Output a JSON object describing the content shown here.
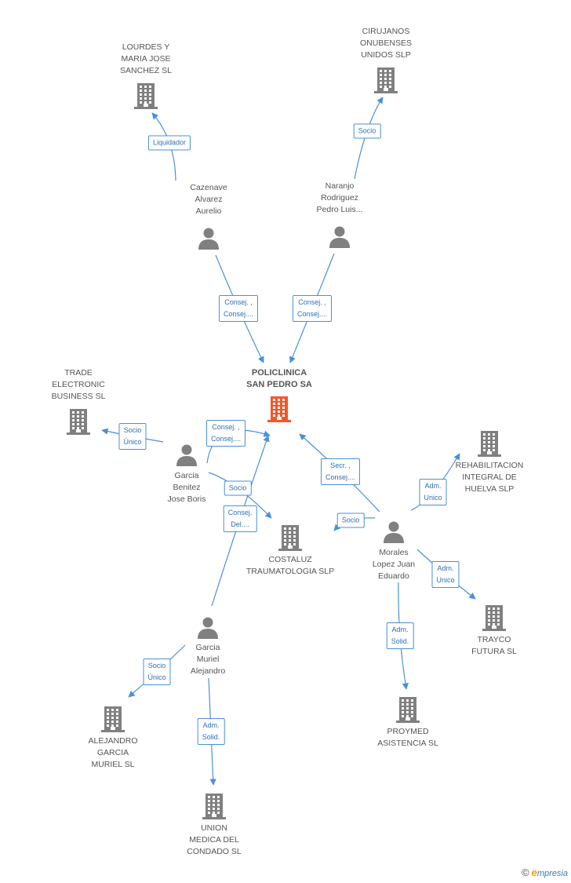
{
  "colors": {
    "edge": "#4a90d9",
    "node_gray": "#808080",
    "node_main": "#f0582b"
  },
  "nodes": [
    {
      "id": "policlinica",
      "kind": "company",
      "main": true,
      "lines": [
        "POLICLINICA",
        "SAN PEDRO SA"
      ]
    },
    {
      "id": "lourdes",
      "kind": "company",
      "lines": [
        "LOURDES Y",
        "MARIA JOSE",
        "SANCHEZ SL"
      ]
    },
    {
      "id": "cirujanos",
      "kind": "company",
      "lines": [
        "CIRUJANOS",
        "ONUBENSES",
        "UNIDOS SLP"
      ]
    },
    {
      "id": "cazenave",
      "kind": "person",
      "lines": [
        "Cazenave",
        "Alvarez",
        "Aurelio"
      ]
    },
    {
      "id": "naranjo",
      "kind": "person",
      "lines": [
        "Naranjo",
        "Rodriguez",
        "Pedro Luis..."
      ]
    },
    {
      "id": "trade",
      "kind": "company",
      "lines": [
        "TRADE",
        "ELECTRONIC",
        "BUSINESS SL"
      ]
    },
    {
      "id": "benitez",
      "kind": "person",
      "lines": [
        "Garcia",
        "Benitez",
        "Jose Boris"
      ]
    },
    {
      "id": "costaluz",
      "kind": "company",
      "lines": [
        "COSTALUZ",
        "TRAUMATOLOGIA SLP"
      ]
    },
    {
      "id": "rehab",
      "kind": "company",
      "lines": [
        "REHABILITACION",
        "INTEGRAL DE",
        "HUELVA SLP"
      ]
    },
    {
      "id": "morales",
      "kind": "person",
      "lines": [
        "Morales",
        "Lopez Juan",
        "Eduardo"
      ]
    },
    {
      "id": "trayco",
      "kind": "company",
      "lines": [
        "TRAYCO",
        "FUTURA SL"
      ]
    },
    {
      "id": "muriel",
      "kind": "person",
      "lines": [
        "Garcia",
        "Muriel",
        "Alejandro"
      ]
    },
    {
      "id": "alejandro",
      "kind": "company",
      "lines": [
        "ALEJANDRO",
        "GARCIA",
        "MURIEL SL"
      ]
    },
    {
      "id": "proymed",
      "kind": "company",
      "lines": [
        "PROYMED",
        "ASISTENCIA SL"
      ]
    },
    {
      "id": "union",
      "kind": "company",
      "lines": [
        "UNION",
        "MEDICA DEL",
        "CONDADO SL"
      ]
    }
  ],
  "edges": [
    {
      "from": "cazenave",
      "to": "lourdes",
      "label": [
        "Liquidador"
      ]
    },
    {
      "from": "naranjo",
      "to": "cirujanos",
      "label": [
        "Socio"
      ]
    },
    {
      "from": "cazenave",
      "to": "policlinica",
      "label": [
        "Consej. ,",
        "Consej...."
      ]
    },
    {
      "from": "naranjo",
      "to": "policlinica",
      "label": [
        "Consej. ,",
        "Consej...."
      ]
    },
    {
      "from": "benitez",
      "to": "trade",
      "label": [
        "Socio",
        "Único"
      ]
    },
    {
      "from": "benitez",
      "to": "policlinica",
      "label": [
        "Consej. ,",
        "Consej...."
      ]
    },
    {
      "from": "benitez",
      "to": "costaluz",
      "label": [
        "Socio"
      ]
    },
    {
      "from": "muriel",
      "to": "costaluz",
      "label": [
        "Consej.",
        "Del...."
      ]
    },
    {
      "from": "morales",
      "to": "policlinica",
      "label": [
        "Secr. ,",
        "Consej...."
      ]
    },
    {
      "from": "morales",
      "to": "rehab",
      "label": [
        "Adm.",
        "Unico"
      ]
    },
    {
      "from": "morales",
      "to": "costaluz",
      "label": [
        "Socio"
      ]
    },
    {
      "from": "morales",
      "to": "trayco",
      "label": [
        "Adm.",
        "Unico"
      ]
    },
    {
      "from": "morales",
      "to": "proymed",
      "label": [
        "Adm.",
        "Solid."
      ]
    },
    {
      "from": "muriel",
      "to": "alejandro",
      "label": [
        "Socio",
        "Único"
      ]
    },
    {
      "from": "muriel",
      "to": "union",
      "label": [
        "Adm.",
        "Solid."
      ]
    }
  ],
  "footer": {
    "copyright": "©",
    "brand_initial": "e",
    "brand_rest": "mpresia"
  }
}
